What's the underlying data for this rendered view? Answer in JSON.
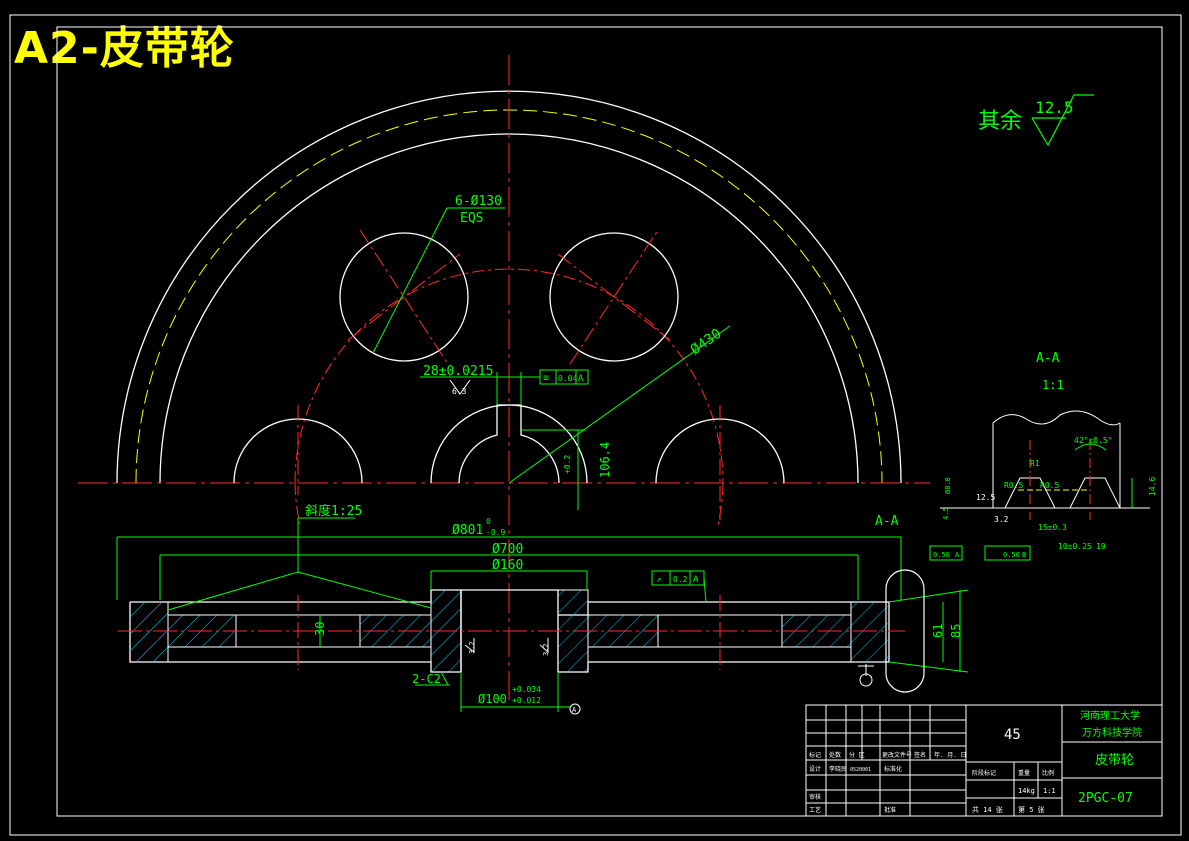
{
  "title": "A2-皮带轮",
  "roughness_note": {
    "label": "其余",
    "value": "12.5"
  },
  "front_view": {
    "holes_callout": {
      "line1": "6-Ø130",
      "line2": "EQS"
    },
    "pitch_circle": "Ø430",
    "keyway_width": "28±0.0215",
    "keyway_roughness": "6.3",
    "keyway_symmetry": {
      "symbol": "≡",
      "value": "0.04",
      "datum": "A"
    },
    "keyway_depth": "106.4",
    "keyway_depth_tol": "+0.2",
    "keyway_depth_tol2": "0"
  },
  "section_view": {
    "taper": "斜度1:25",
    "dia_outer": "Ø801",
    "dia_outer_tol": "0",
    "dia_outer_tol2": "-0.9",
    "dia_rim": "Ø700",
    "dia_hub": "Ø160",
    "runout": {
      "symbol": "↗",
      "value": "0.2",
      "datum": "A"
    },
    "web_thick": "30",
    "width_61": "61",
    "width_85": "85",
    "chamfer": "2-C2",
    "bore": "Ø100",
    "bore_tol": "+0.034",
    "bore_tol2": "+0.012",
    "datum": "A",
    "rough_hub_left": "3.2",
    "rough_hub_right": "3.2",
    "section_mark": "A-A"
  },
  "detail_view": {
    "title": "A-A",
    "scale": "1:1",
    "angle": "42°±0.5°",
    "r1": "R1",
    "r05a": "R0.5",
    "r05b": "R0.5",
    "dim_12_5": "12.5",
    "dim_3_2": "3.2",
    "dim_8": "Ø8.8",
    "dim_45": "4.5",
    "dim_height": "14.6",
    "runout1": {
      "value": "0.50",
      "datum": "A"
    },
    "runout2": {
      "value": "0.50",
      "datum": "B"
    },
    "pitch": "15±0.3",
    "edge": "10±0.25",
    "edge2": "19"
  },
  "title_block": {
    "material": "45",
    "school1": "河南理工大学",
    "school2": "万方科技学院",
    "part_name": "皮带轮",
    "drawing_no": "2PGC-07",
    "mass": "14kg",
    "scale": "1:1",
    "sheet_total": "共 14 张",
    "sheet_no": "第 5 张",
    "h_mark": "标记",
    "h_count": "处数",
    "h_zone": "分 区",
    "h_doc": "更改文件号",
    "h_sign": "签名",
    "h_date": "年. 月. 日",
    "designer": "设计",
    "designer_name": "李晓民",
    "designer_id": "0520001",
    "std": "标准化",
    "stage": "阶段标记",
    "weight": "重量",
    "ratio": "比例",
    "review": "审核",
    "process": "工艺",
    "approve": "批准"
  }
}
